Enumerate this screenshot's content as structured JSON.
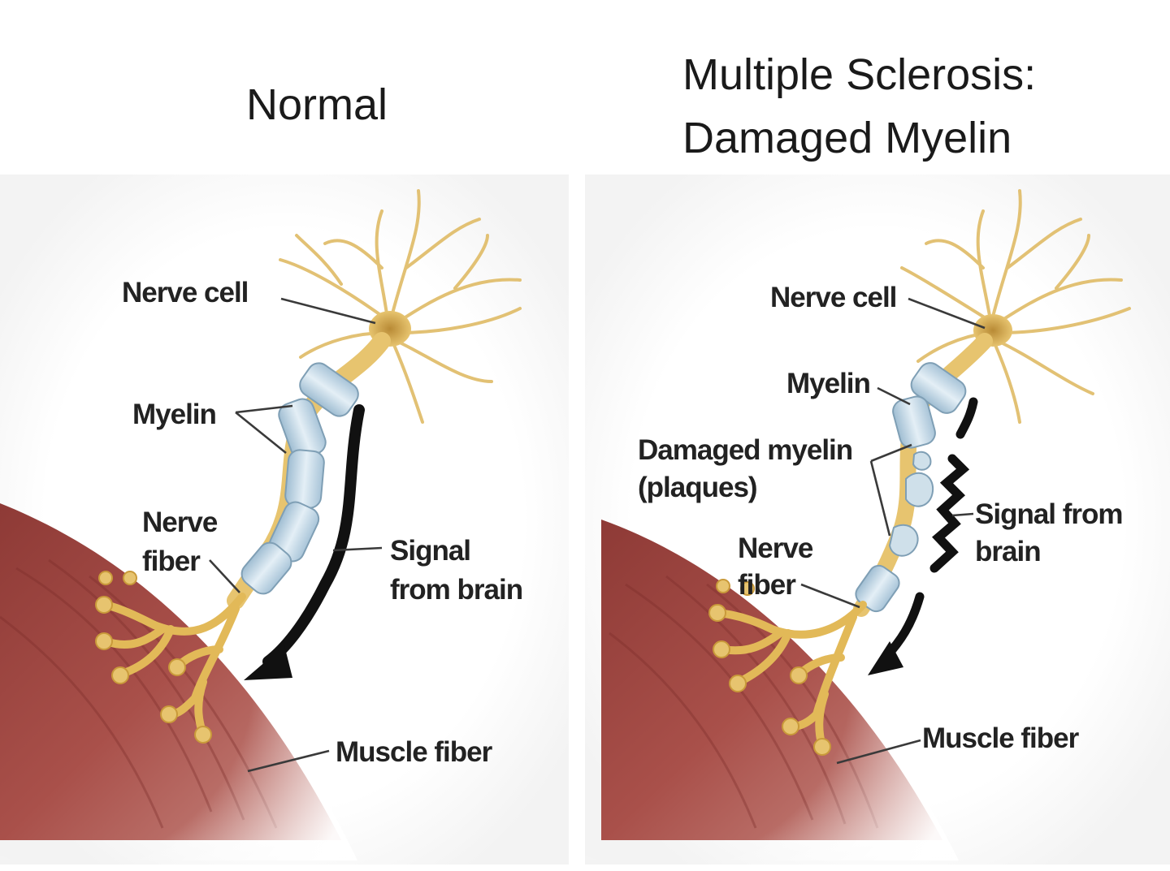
{
  "panels": {
    "normal": {
      "title": "Normal",
      "labels": {
        "nerve_cell": "Nerve cell",
        "myelin": "Myelin",
        "nerve_fiber_1": "Nerve",
        "nerve_fiber_2": "fiber",
        "signal_1": "Signal",
        "signal_2": "from brain",
        "muscle_fiber": "Muscle fiber"
      }
    },
    "ms": {
      "title_1": "Multiple Sclerosis:",
      "title_2": "Damaged Myelin",
      "labels": {
        "nerve_cell": "Nerve cell",
        "myelin": "Myelin",
        "damaged_1": "Damaged myelin",
        "damaged_2": "(plaques)",
        "nerve_fiber_1": "Nerve",
        "nerve_fiber_2": "fiber",
        "signal_1": "Signal from",
        "signal_2": "brain",
        "muscle_fiber": "Muscle fiber"
      }
    }
  },
  "colors": {
    "neuron": "#e7c46f",
    "neuron_dark": "#c99a3a",
    "myelin": "#b9d2e2",
    "muscle": "#9c4a45",
    "arrow": "#111111"
  }
}
